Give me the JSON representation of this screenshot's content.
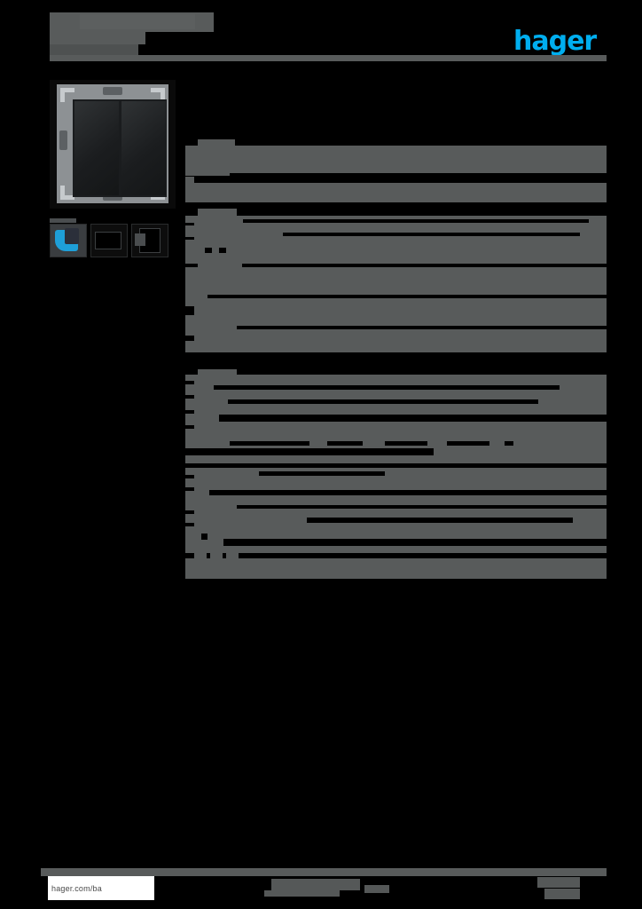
{
  "document": {
    "type": "product-datasheet",
    "brand_logo_text": "hager",
    "brand_color": "#00AEEF",
    "page_background": "#000000",
    "redaction_color": "#585B5B",
    "redaction_note": "All body copy in this page is anonymised / redacted into solid grey blocks; no literal characters are legible except the footer URL."
  },
  "header": {
    "title_redacted": true,
    "subtitle_redacted": true,
    "logo_label": "hager"
  },
  "product_image": {
    "alt": "double rocker wall switch with mounting claw frame",
    "body_color": "#1E2022",
    "frame_color": "#8D9194"
  },
  "thumbnails": [
    {
      "name": "thumbnail-1",
      "accent": "#1E9FD8"
    },
    {
      "name": "thumbnail-2",
      "accent": "#000000"
    },
    {
      "name": "thumbnail-3",
      "accent": "#000000"
    }
  ],
  "content": {
    "title_redacted": true,
    "subtitle_redacted": true
  },
  "spec_table": {
    "rows_redacted": true,
    "row_count": 22
  },
  "footer": {
    "url": "hager.com/ba",
    "center_redacted": true,
    "right_redacted": true
  }
}
